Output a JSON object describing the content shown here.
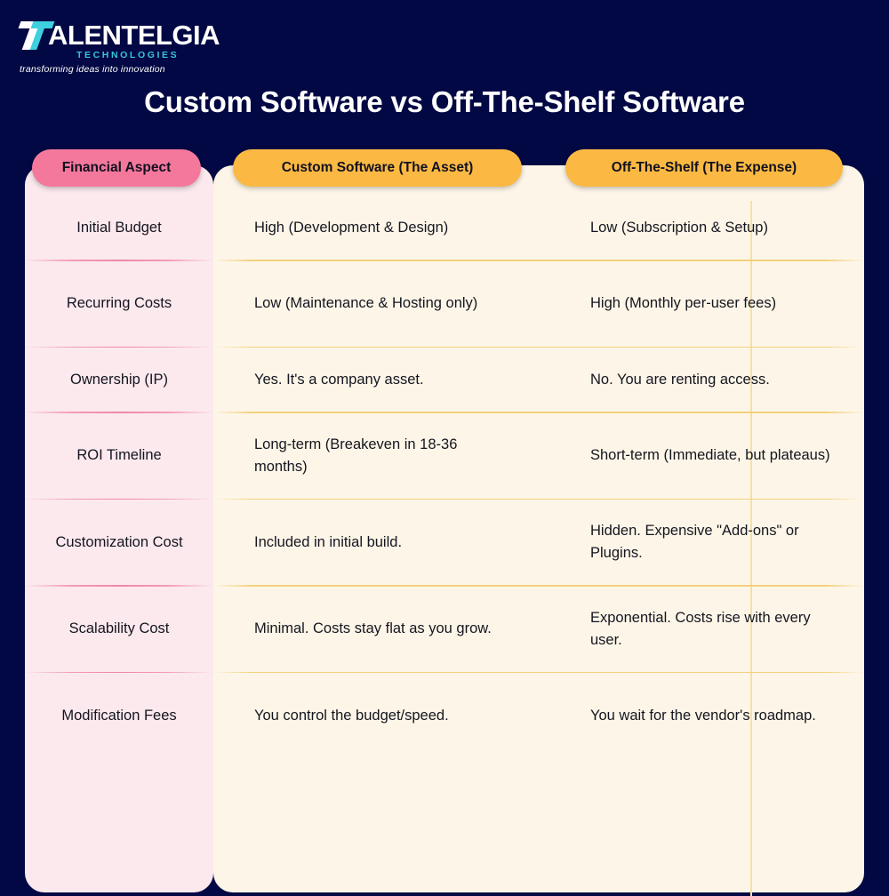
{
  "brand": {
    "logo_icon": "talentelgia-t-logo-icon",
    "name": "ALENTELGIA",
    "sub": "TECHNOLOGIES",
    "tagline": "transforming ideas into innovation",
    "accent_color": "#34c6d8"
  },
  "page": {
    "title": "Custom Software vs Off-The-Shelf Software",
    "background_color": "#020843"
  },
  "table": {
    "headers": [
      {
        "label": "Financial Aspect",
        "color": "#f4789c"
      },
      {
        "label": "Custom Software (The Asset)",
        "color": "#fbb943"
      },
      {
        "label": "Off-The-Shelf (The Expense)",
        "color": "#fbb943"
      }
    ],
    "rows": [
      {
        "aspect": "Initial Budget",
        "custom": "High (Development & Design)",
        "ots": "Low (Subscription & Setup)"
      },
      {
        "aspect": "Recurring Costs",
        "custom": "Low (Maintenance & Hosting only)",
        "ots": "High (Monthly per-user fees)"
      },
      {
        "aspect": "Ownership (IP)",
        "custom": "Yes. It's a company asset.",
        "ots": "No. You are renting access."
      },
      {
        "aspect": "ROI Timeline",
        "custom": "Long-term (Breakeven in 18-36 months)",
        "ots": "Short-term (Immediate, but plateaus)"
      },
      {
        "aspect": "Customization Cost",
        "custom": "Included in initial build.",
        "ots": "Hidden. Expensive \"Add-ons\" or Plugins."
      },
      {
        "aspect": "Scalability Cost",
        "custom": "Minimal. Costs stay flat as you grow.",
        "ots": "Exponential. Costs rise with every user."
      },
      {
        "aspect": "Modification Fees",
        "custom": "You control the budget/speed.",
        "ots": "You wait for the vendor's roadmap."
      }
    ]
  }
}
